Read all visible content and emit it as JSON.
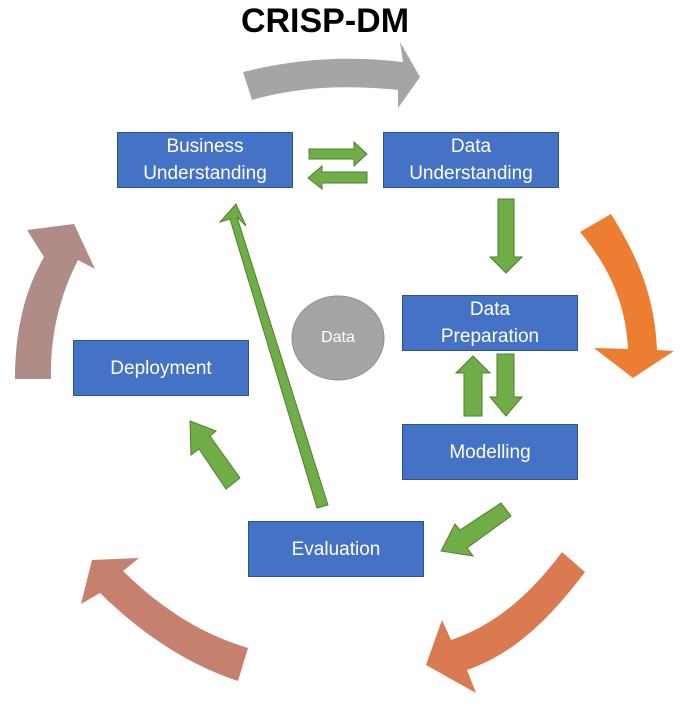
{
  "title": "CRISP-DM",
  "phases": {
    "business_understanding": "Business\nUnderstanding",
    "data_understanding": "Data\nUnderstanding",
    "data_preparation": "Data\nPreparation",
    "modelling": "Modelling",
    "evaluation": "Evaluation",
    "deployment": "Deployment"
  },
  "center": {
    "label": "Data"
  },
  "colors": {
    "box_fill": "#4472c4",
    "box_border": "#2f528f",
    "flow_arrow": "#70ad47",
    "cycle_gray": "#a5a5a5",
    "cycle_orange": "#ed7d31",
    "cycle_dark_orange": "#d97a50",
    "cycle_salmon": "#c5806e",
    "cycle_mauve": "#b08c86",
    "data_circle": "#a5a5a5"
  },
  "flows": [
    {
      "from": "Business Understanding",
      "to": "Data Understanding"
    },
    {
      "from": "Data Understanding",
      "to": "Business Understanding"
    },
    {
      "from": "Data Understanding",
      "to": "Data Preparation"
    },
    {
      "from": "Data Preparation",
      "to": "Modelling"
    },
    {
      "from": "Modelling",
      "to": "Data Preparation"
    },
    {
      "from": "Modelling",
      "to": "Evaluation"
    },
    {
      "from": "Evaluation",
      "to": "Business Understanding"
    },
    {
      "from": "Evaluation",
      "to": "Deployment"
    }
  ]
}
